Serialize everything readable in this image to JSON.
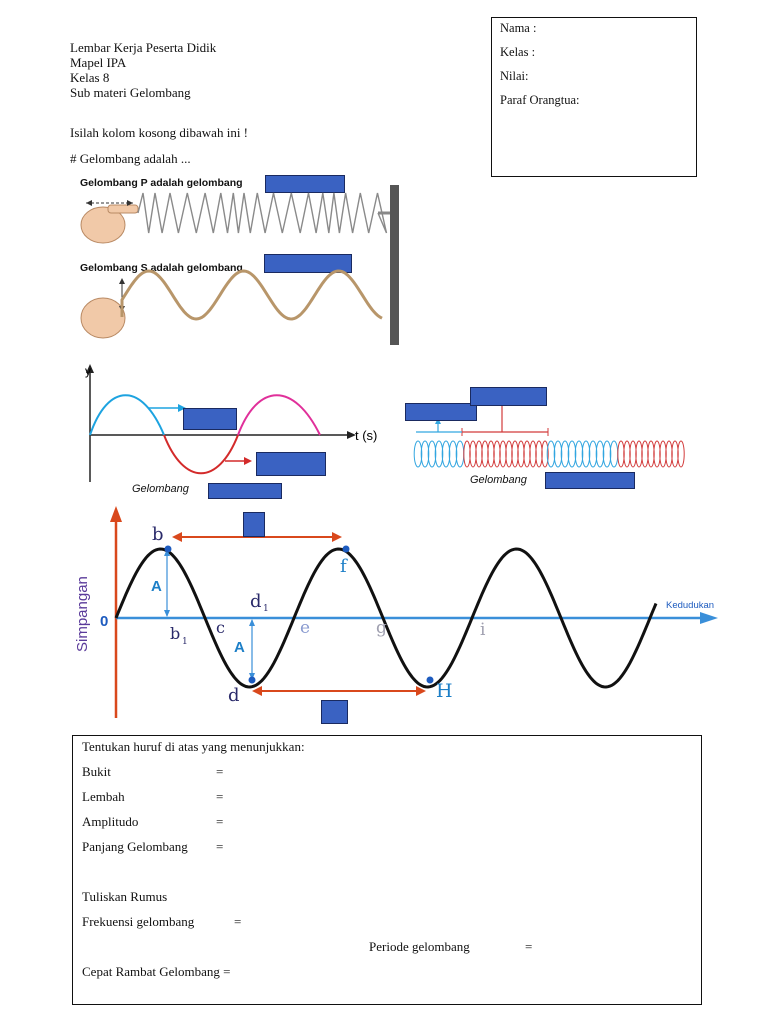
{
  "header": {
    "line1": "Lembar Kerja Peserta Didik",
    "line2": "Mapel IPA",
    "line3": "Kelas 8",
    "line4": "Sub materi Gelombang"
  },
  "id_box": {
    "nama": "Nama :",
    "kelas": "Kelas :",
    "nilai": "Nilai:",
    "paraf": "Paraf Orangtua:"
  },
  "instruction": "Isilah kolom kosong dibawah ini !",
  "definition": "# Gelombang adalah ...",
  "spring_section": {
    "p_label": "Gelombang P adalah gelombang",
    "s_label": "Gelombang S adalah gelombang"
  },
  "transverse": {
    "y_axis": "y",
    "t_axis": "t (s)",
    "caption": "Gelombang"
  },
  "longitudinal": {
    "caption": "Gelombang"
  },
  "wave_diagram": {
    "y_label": "Simpangan",
    "x_label": "Kedudukan",
    "origin": "0",
    "letters": {
      "b": "b",
      "b1": "b",
      "b1_sub": "1",
      "c": "c",
      "d": "d",
      "d1": "d",
      "d1_sub": "1",
      "e": "e",
      "f": "f",
      "g": "g",
      "h": "H",
      "i": "i",
      "a_top": "A",
      "a_bottom": "A"
    }
  },
  "questions": {
    "intro": "Tentukan huruf di atas yang menunjukkan:",
    "bukit": "Bukit",
    "lembah": "Lembah",
    "amplitudo": "Amplitudo",
    "panjang": "Panjang Gelombang",
    "eq": "=",
    "rumus": "Tuliskan Rumus",
    "frekuensi": "Frekuensi gelombang",
    "periode": "Periode gelombang",
    "cepat": "Cepat Rambat Gelombang ="
  },
  "colors": {
    "blank_fill": "#3a62c2",
    "wave_black": "#111111",
    "axis_blue": "#3a8fd9",
    "arrow_red": "#d9481c",
    "spring_blue": "#33a6e0",
    "spring_red": "#d23a3a",
    "pink": "#e0309a"
  }
}
